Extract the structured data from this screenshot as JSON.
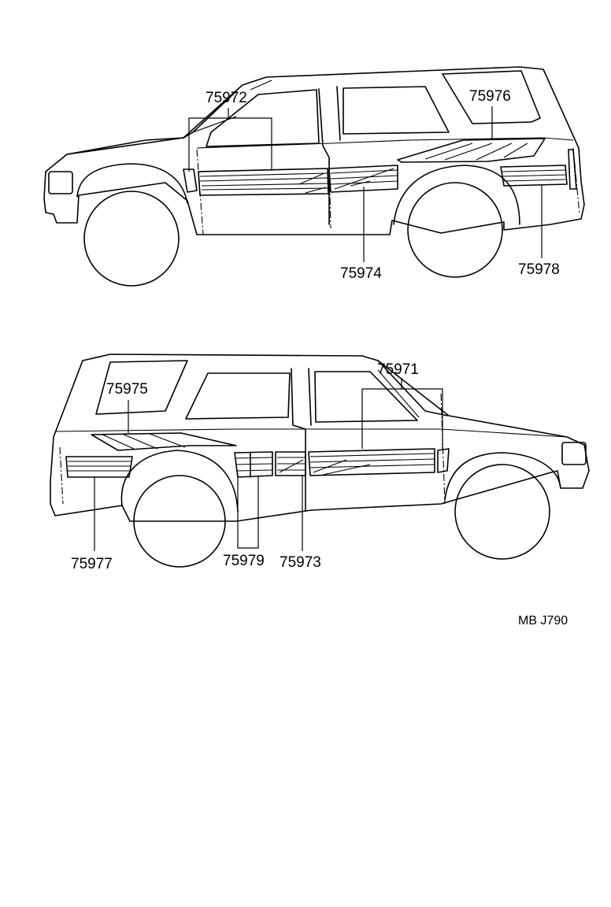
{
  "diagram": {
    "code": "MB J790",
    "top_view_labels": {
      "p75972": "75972",
      "p75976": "75976",
      "p75974": "75974",
      "p75978": "75978"
    },
    "bottom_view_labels": {
      "p75971": "75971",
      "p75975": "75975",
      "p75977": "75977",
      "p75979": "75979",
      "p75973": "75973"
    }
  }
}
